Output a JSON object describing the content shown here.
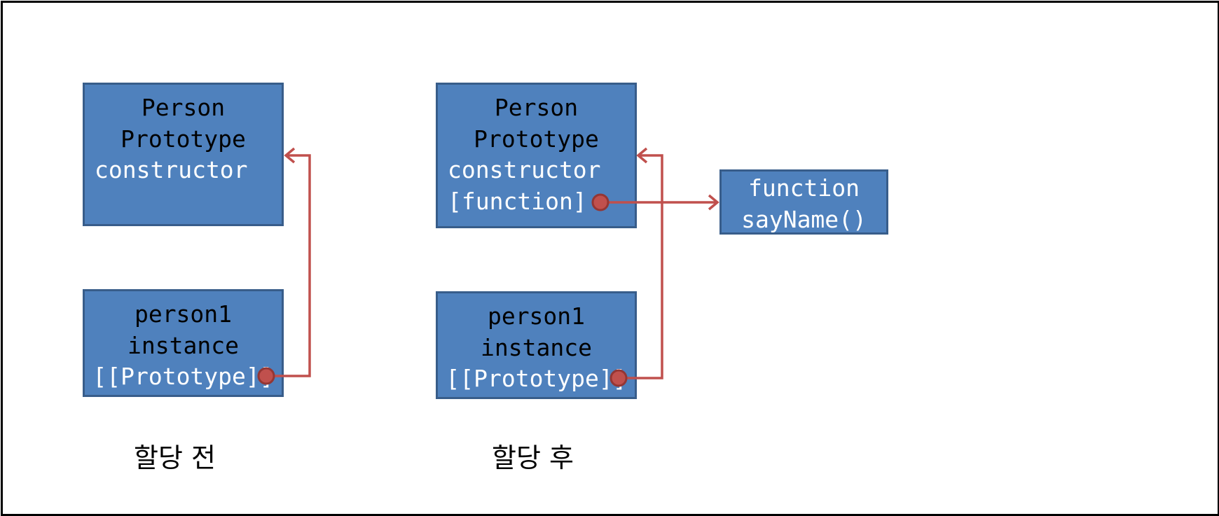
{
  "before": {
    "prototype_box": {
      "line1": "Person",
      "line2": "Prototype",
      "line3": "constructor"
    },
    "instance_box": {
      "line1": "person1",
      "line2": "instance",
      "line3": "[[Prototype]]"
    },
    "caption": "할당 전"
  },
  "after": {
    "prototype_box": {
      "line1": "Person",
      "line2": "Prototype",
      "line3": "constructor",
      "line4": "[function]"
    },
    "instance_box": {
      "line1": "person1",
      "line2": "instance",
      "line3": "[[Prototype]]"
    },
    "function_box": {
      "line1": "function",
      "line2": "sayName()"
    },
    "caption": "할당 후"
  },
  "colors": {
    "box_fill": "#4f81bd",
    "box_border": "#385d8a",
    "connector": "#c0504d",
    "connector_dot_border": "#943634"
  }
}
